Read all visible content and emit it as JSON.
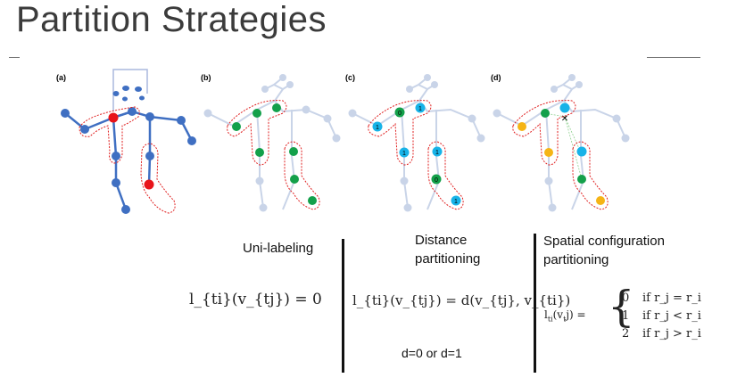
{
  "slide": {
    "title": "Partition Strategies"
  },
  "figure": {
    "panels": [
      {
        "id": "(a)"
      },
      {
        "id": "(b)"
      },
      {
        "id": "(c)"
      },
      {
        "id": "(d)"
      }
    ],
    "colors": {
      "skeleton_blue": "#3f6fc2",
      "root_red": "#e8141a",
      "faded_skeleton": "#c9d4e8",
      "green": "#13a04a",
      "cyan": "#17b3e8",
      "orange": "#f5b416",
      "dashed_red": "#e02020"
    },
    "node_labels": {
      "zero": "0",
      "one": "1"
    },
    "cross_mark": "✕"
  },
  "strategies": [
    {
      "name": "Uni-labeling",
      "formula": "l_{ti}(v_{tj}) = 0"
    },
    {
      "name_line1": "Distance",
      "name_line2": "partitioning",
      "formula": "l_{ti}(v_{tj}) = d(v_{tj}, v_{ti})",
      "note": "d=0 or d=1"
    },
    {
      "name_line1": "Spatial configuration",
      "name_line2": "partitioning",
      "cases": [
        {
          "value": "0",
          "condition": "if r_j = r_i"
        },
        {
          "value": "1",
          "condition": "if r_j < r_i"
        },
        {
          "value": "2",
          "condition": "if r_j > r_i"
        }
      ]
    }
  ]
}
